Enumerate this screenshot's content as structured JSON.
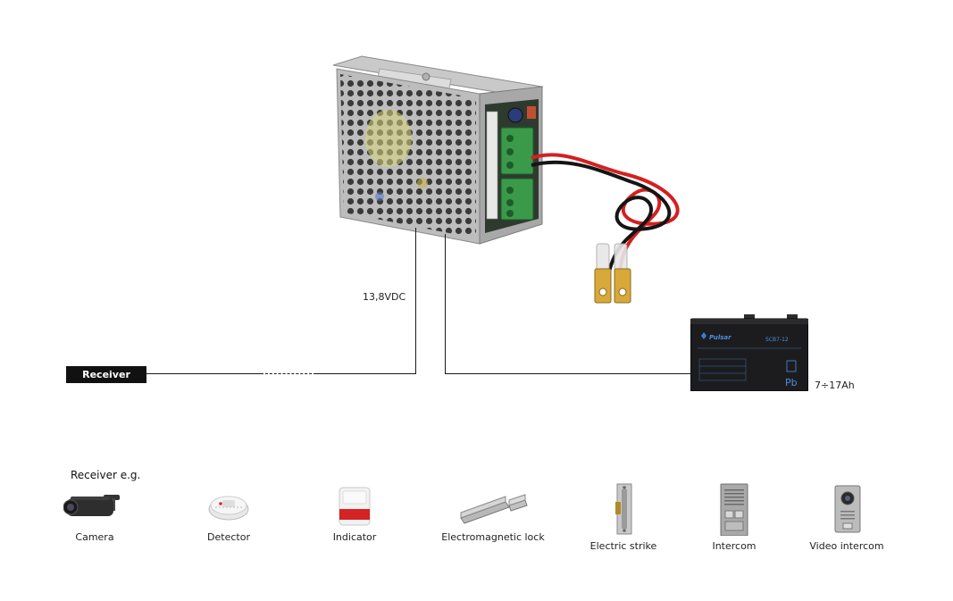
{
  "voltage_label": "13,8VDC",
  "receiver_label": "Receiver",
  "battery": {
    "brand": "Pulsar",
    "model": "SCB7-12",
    "capacity_label": "7÷17Ah",
    "recycle_mark": "Pb"
  },
  "examples_heading": "Receiver e.g.",
  "devices": [
    {
      "name": "Camera",
      "icon": "camera-icon"
    },
    {
      "name": "Detector",
      "icon": "detector-icon"
    },
    {
      "name": "Indicator",
      "icon": "indicator-icon"
    },
    {
      "name": "Electromagnetic lock",
      "icon": "electromagnetic-lock-icon"
    },
    {
      "name": "Electric strike",
      "icon": "electric-strike-icon"
    },
    {
      "name": "Intercom",
      "icon": "intercom-icon"
    },
    {
      "name": "Video intercom",
      "icon": "video-intercom-icon"
    }
  ],
  "colors": {
    "wire": "#1a1a1a",
    "red_wire": "#d42020",
    "terminal_green": "#3a9a4a",
    "battery_body": "#1c1c1e"
  }
}
